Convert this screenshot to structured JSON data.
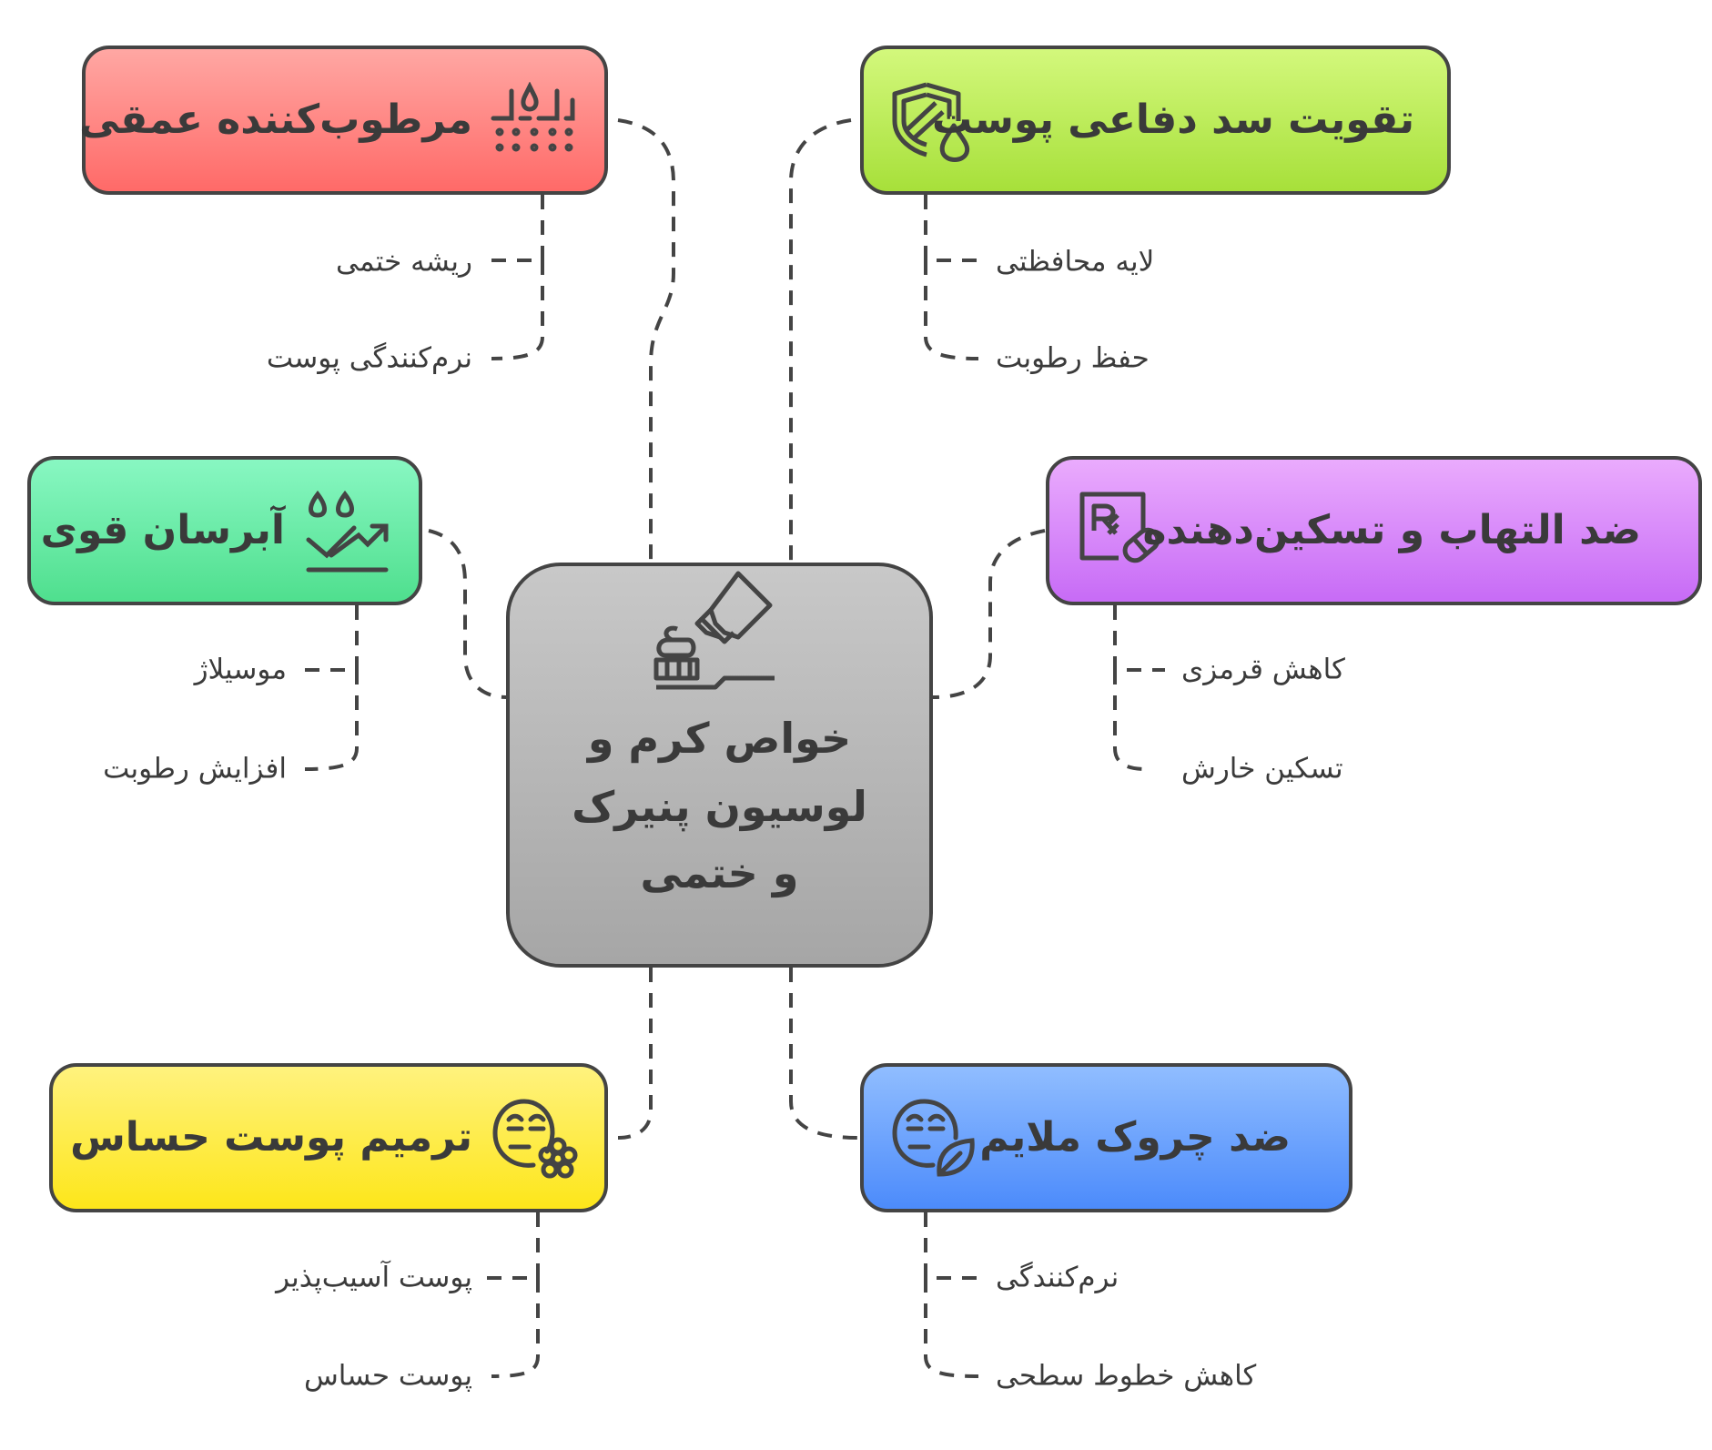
{
  "center": {
    "lines": [
      "خواص کرم و",
      "لوسیون پنیرک",
      "و ختمی"
    ],
    "icon": "cream-tube-toothbrush-icon",
    "color": "#b5b5b5"
  },
  "nodes": [
    {
      "id": "deep-moisturizer",
      "title": "مرطوب‌کننده عمقی",
      "icon": "water-absorb-icon",
      "color_top": "#ffa7a3",
      "color_bottom": "#ff6a68",
      "items": [
        "ریشه ختمی",
        "نرم‌کنندگی پوست"
      ]
    },
    {
      "id": "skin-barrier",
      "title": "تقویت سد دفاعی پوست",
      "icon": "shield-drop-icon",
      "color_top": "#d3f87c",
      "color_bottom": "#a7e03a",
      "items": [
        "لایه محافظتی",
        "حفظ رطوبت"
      ]
    },
    {
      "id": "strong-hydration",
      "title": "آبرسان قوی",
      "icon": "hydration-boost-icon",
      "color_top": "#88f7c2",
      "color_bottom": "#4fdf8e",
      "items": [
        "موسیلاژ",
        "افزایش رطوبت"
      ]
    },
    {
      "id": "anti-inflammatory",
      "title": "ضد التهاب و تسکین‌دهنده",
      "icon": "prescription-pill-icon",
      "color_top": "#eaabfd",
      "color_bottom": "#c76bf6",
      "items": [
        "کاهش قرمزی",
        "تسکین خارش"
      ]
    },
    {
      "id": "sensitive-repair",
      "title": "ترمیم پوست حساس",
      "icon": "face-flower-icon",
      "color_top": "#fff27e",
      "color_bottom": "#fde61a",
      "items": [
        "پوست آسیب‌پذیر",
        "پوست حساس"
      ]
    },
    {
      "id": "anti-wrinkle",
      "title": "ضد چروک ملایم",
      "icon": "face-leaf-icon",
      "color_top": "#90bdff",
      "color_bottom": "#4c8bfb",
      "items": [
        "نرم‌کنندگی",
        "کاهش خطوط سطحی"
      ]
    }
  ],
  "colors": {
    "stroke": "#444444",
    "text": "#3a3a3a"
  }
}
